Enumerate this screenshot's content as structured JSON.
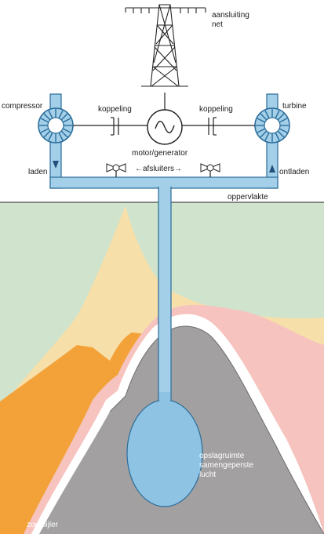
{
  "labels": {
    "grid_connection_line1": "aansluiting",
    "grid_connection_line2": "net",
    "compressor": "compressor",
    "turbine": "turbine",
    "coupling_left": "koppeling",
    "coupling_right": "koppeling",
    "motor_generator": "motor/generator",
    "valves": "←afsluiters→",
    "charging": "laden",
    "discharging": "ontladen",
    "surface": "oppervlakte",
    "storage_line1": "opslagruimte",
    "storage_line2": "samengeperste",
    "storage_line3": "lucht",
    "salt_pillar": "zoutpijler"
  },
  "colors": {
    "pipe_blue": "#a3cfe8",
    "pipe_stroke": "#2a6c9a",
    "layer_green": "#cfe3cd",
    "layer_yellow": "#f6dfa9",
    "layer_orange": "#f3a23a",
    "layer_pink": "#f6c3bf",
    "salt_grey": "#a2a0a1",
    "storage_blue": "#8fc3e4"
  }
}
